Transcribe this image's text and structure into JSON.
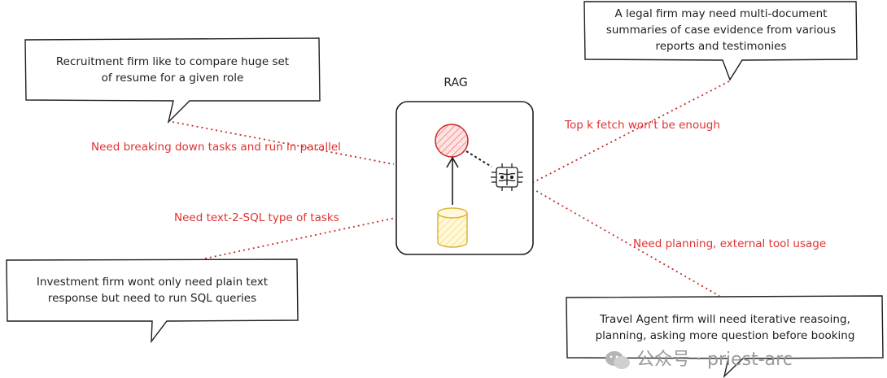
{
  "rag": {
    "title": "RAG"
  },
  "bubbles": {
    "recruitment": "Recruitment firm like to compare huge set\nof resume for a given role",
    "legal": "A legal firm may need multi-document\nsummaries of case evidence from various\nreports and testimonies",
    "investment": "Investment firm wont only need plain text\nresponse but need to run SQL queries",
    "travel": "Travel Agent firm will need iterative reasoing,\nplanning, asking more question before booking"
  },
  "labels": {
    "parallel": "Need breaking down tasks and run in parallel",
    "sql": "Need text-2-SQL type of tasks",
    "topk": "Top k fetch won't be enough",
    "planning": "Need planning, external tool usage"
  },
  "watermark": {
    "text": "公众号 · priest-arc"
  },
  "colors": {
    "stroke": "#1e1e1e",
    "red_line": "#c92a2a",
    "red_text": "#e03131",
    "node_fill": "#ffc9c9",
    "db_fill": "#fff3bf",
    "db_stroke": "#e0b43c"
  },
  "icons": [
    "brain-chip-icon",
    "llm-node",
    "database-icon",
    "arrow-icon"
  ]
}
